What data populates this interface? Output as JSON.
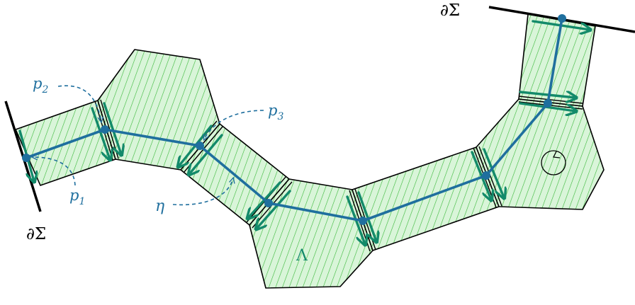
{
  "labels": {
    "boundary_top": "∂Σ",
    "boundary_bottom": "∂Σ",
    "p1": "p",
    "p1_sub": "1",
    "p2": "p",
    "p2_sub": "2",
    "p3": "p",
    "p3_sub": "3",
    "eta": "η",
    "region": "Λ"
  },
  "colors": {
    "path": "#1f6f9e",
    "arrow": "#138a6a",
    "hatch": "#38b838",
    "hatch_bg": "#d9f5d9",
    "outline": "#000000"
  },
  "icons": {
    "rotation": "counterclockwise-circle-icon"
  }
}
